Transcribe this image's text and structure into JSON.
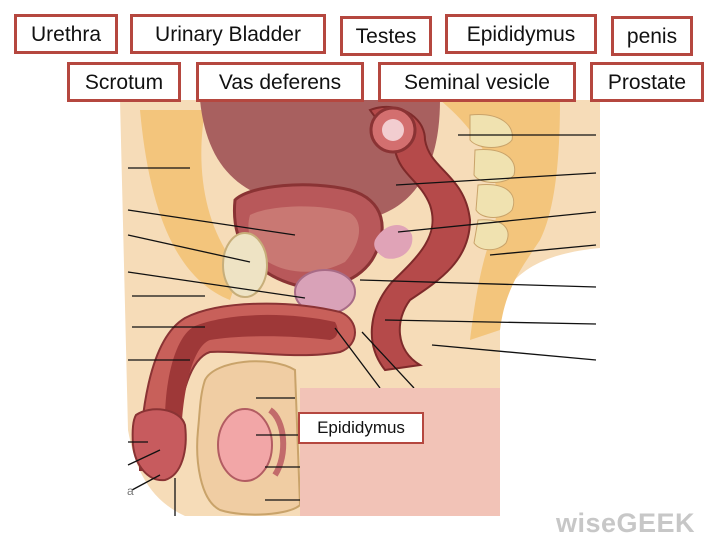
{
  "labels": [
    {
      "id": "urethra",
      "text": "Urethra"
    },
    {
      "id": "urinary-bladder",
      "text": "Urinary Bladder"
    },
    {
      "id": "testes",
      "text": "Testes"
    },
    {
      "id": "epididymus",
      "text": "Epididymus"
    },
    {
      "id": "penis",
      "text": "penis"
    },
    {
      "id": "scrotum",
      "text": "Scrotum"
    },
    {
      "id": "vas-deferens",
      "text": "Vas deferens"
    },
    {
      "id": "seminal-vesicle",
      "text": "Seminal vesicle"
    },
    {
      "id": "prostate",
      "text": "Prostate"
    }
  ],
  "overlay_label": "Epididymus",
  "watermark": "wiseGEEK",
  "stray_letter": "a",
  "colors": {
    "label_border": "#b5473f",
    "skin": "#f6dcb8",
    "fat": "#f3c57c",
    "muscle": "#b14a49",
    "organ_pink": "#d89a9f",
    "overlay_box": "#f2c3b7"
  }
}
